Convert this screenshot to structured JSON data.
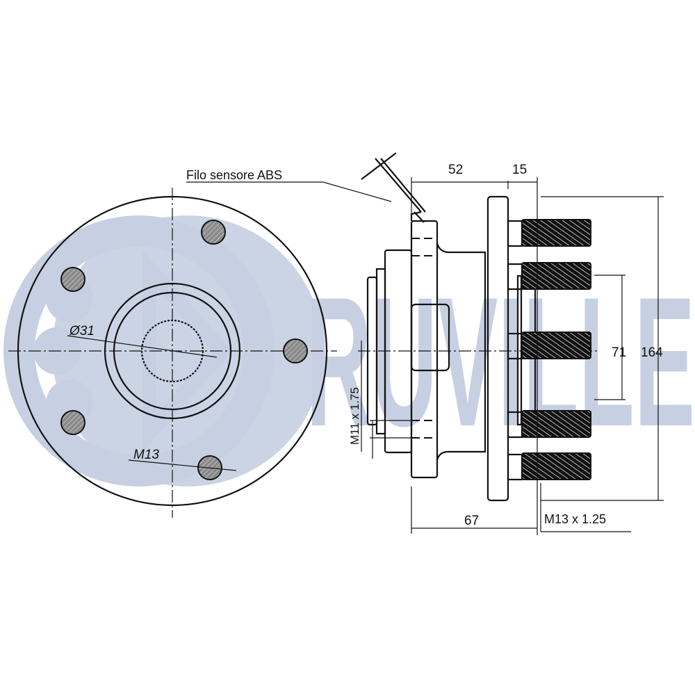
{
  "watermark": {
    "brand": "RUVILLE",
    "color": "#c6d0e2"
  },
  "labels": {
    "abs_sensor": "Filo sensore ABS",
    "bore_diameter": "Ø31",
    "stud_front": "M13",
    "thread_inner": "M11 x 1.75",
    "stud_thread": "M13 x 1.25"
  },
  "dimensions": {
    "d52": "52",
    "d15": "15",
    "d67": "67",
    "d71": "71",
    "d164": "164"
  },
  "colors": {
    "line": "#111111",
    "bolt_fill": "#8a8a8a"
  }
}
